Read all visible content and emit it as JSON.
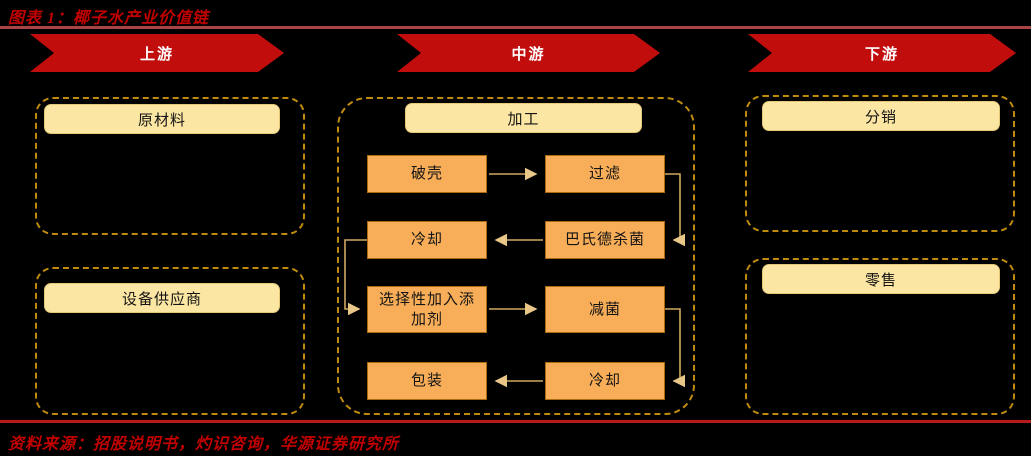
{
  "header": {
    "title": "图表 1：椰子水产业价值链"
  },
  "banners": [
    {
      "label": "上游"
    },
    {
      "label": "中游"
    },
    {
      "label": "下游"
    }
  ],
  "upstream": {
    "groups": [
      {
        "label": "原材料"
      },
      {
        "label": "设备供应商"
      }
    ]
  },
  "midstream": {
    "header": "加工",
    "steps": [
      {
        "id": "break-shell",
        "label": "破壳"
      },
      {
        "id": "filter",
        "label": "过滤"
      },
      {
        "id": "cool-1",
        "label": "冷却"
      },
      {
        "id": "pasteurize",
        "label": "巴氏德杀菌"
      },
      {
        "id": "add-additives",
        "label": "选择性加入添加剂"
      },
      {
        "id": "reduce-bacteria",
        "label": "减菌"
      },
      {
        "id": "package",
        "label": "包装"
      },
      {
        "id": "cool-2",
        "label": "冷却"
      }
    ],
    "flow_order": [
      "破壳",
      "过滤",
      "巴氏德杀菌",
      "冷却",
      "选择性加入添加剂",
      "减菌",
      "冷却",
      "包装"
    ]
  },
  "downstream": {
    "groups": [
      {
        "label": "分销"
      },
      {
        "label": "零售"
      }
    ]
  },
  "footer": {
    "source": "资料来源：招股说明书，灼识咨询，华源证券研究所"
  },
  "colors": {
    "background": "#000000",
    "banner_red": "#c20d0d",
    "title_red": "#c00000",
    "top_rule": "#a84444",
    "bottom_rule": "#b51b1b",
    "dashed_border": "#bf8b0e",
    "group_header_fill": "#fbe7a3",
    "process_fill": "#f8ae58",
    "process_border": "#a96a12",
    "connector": "#cfa760",
    "arrowhead": "#e8c788",
    "box_text": "#141414",
    "banner_text": "#ffffff"
  }
}
